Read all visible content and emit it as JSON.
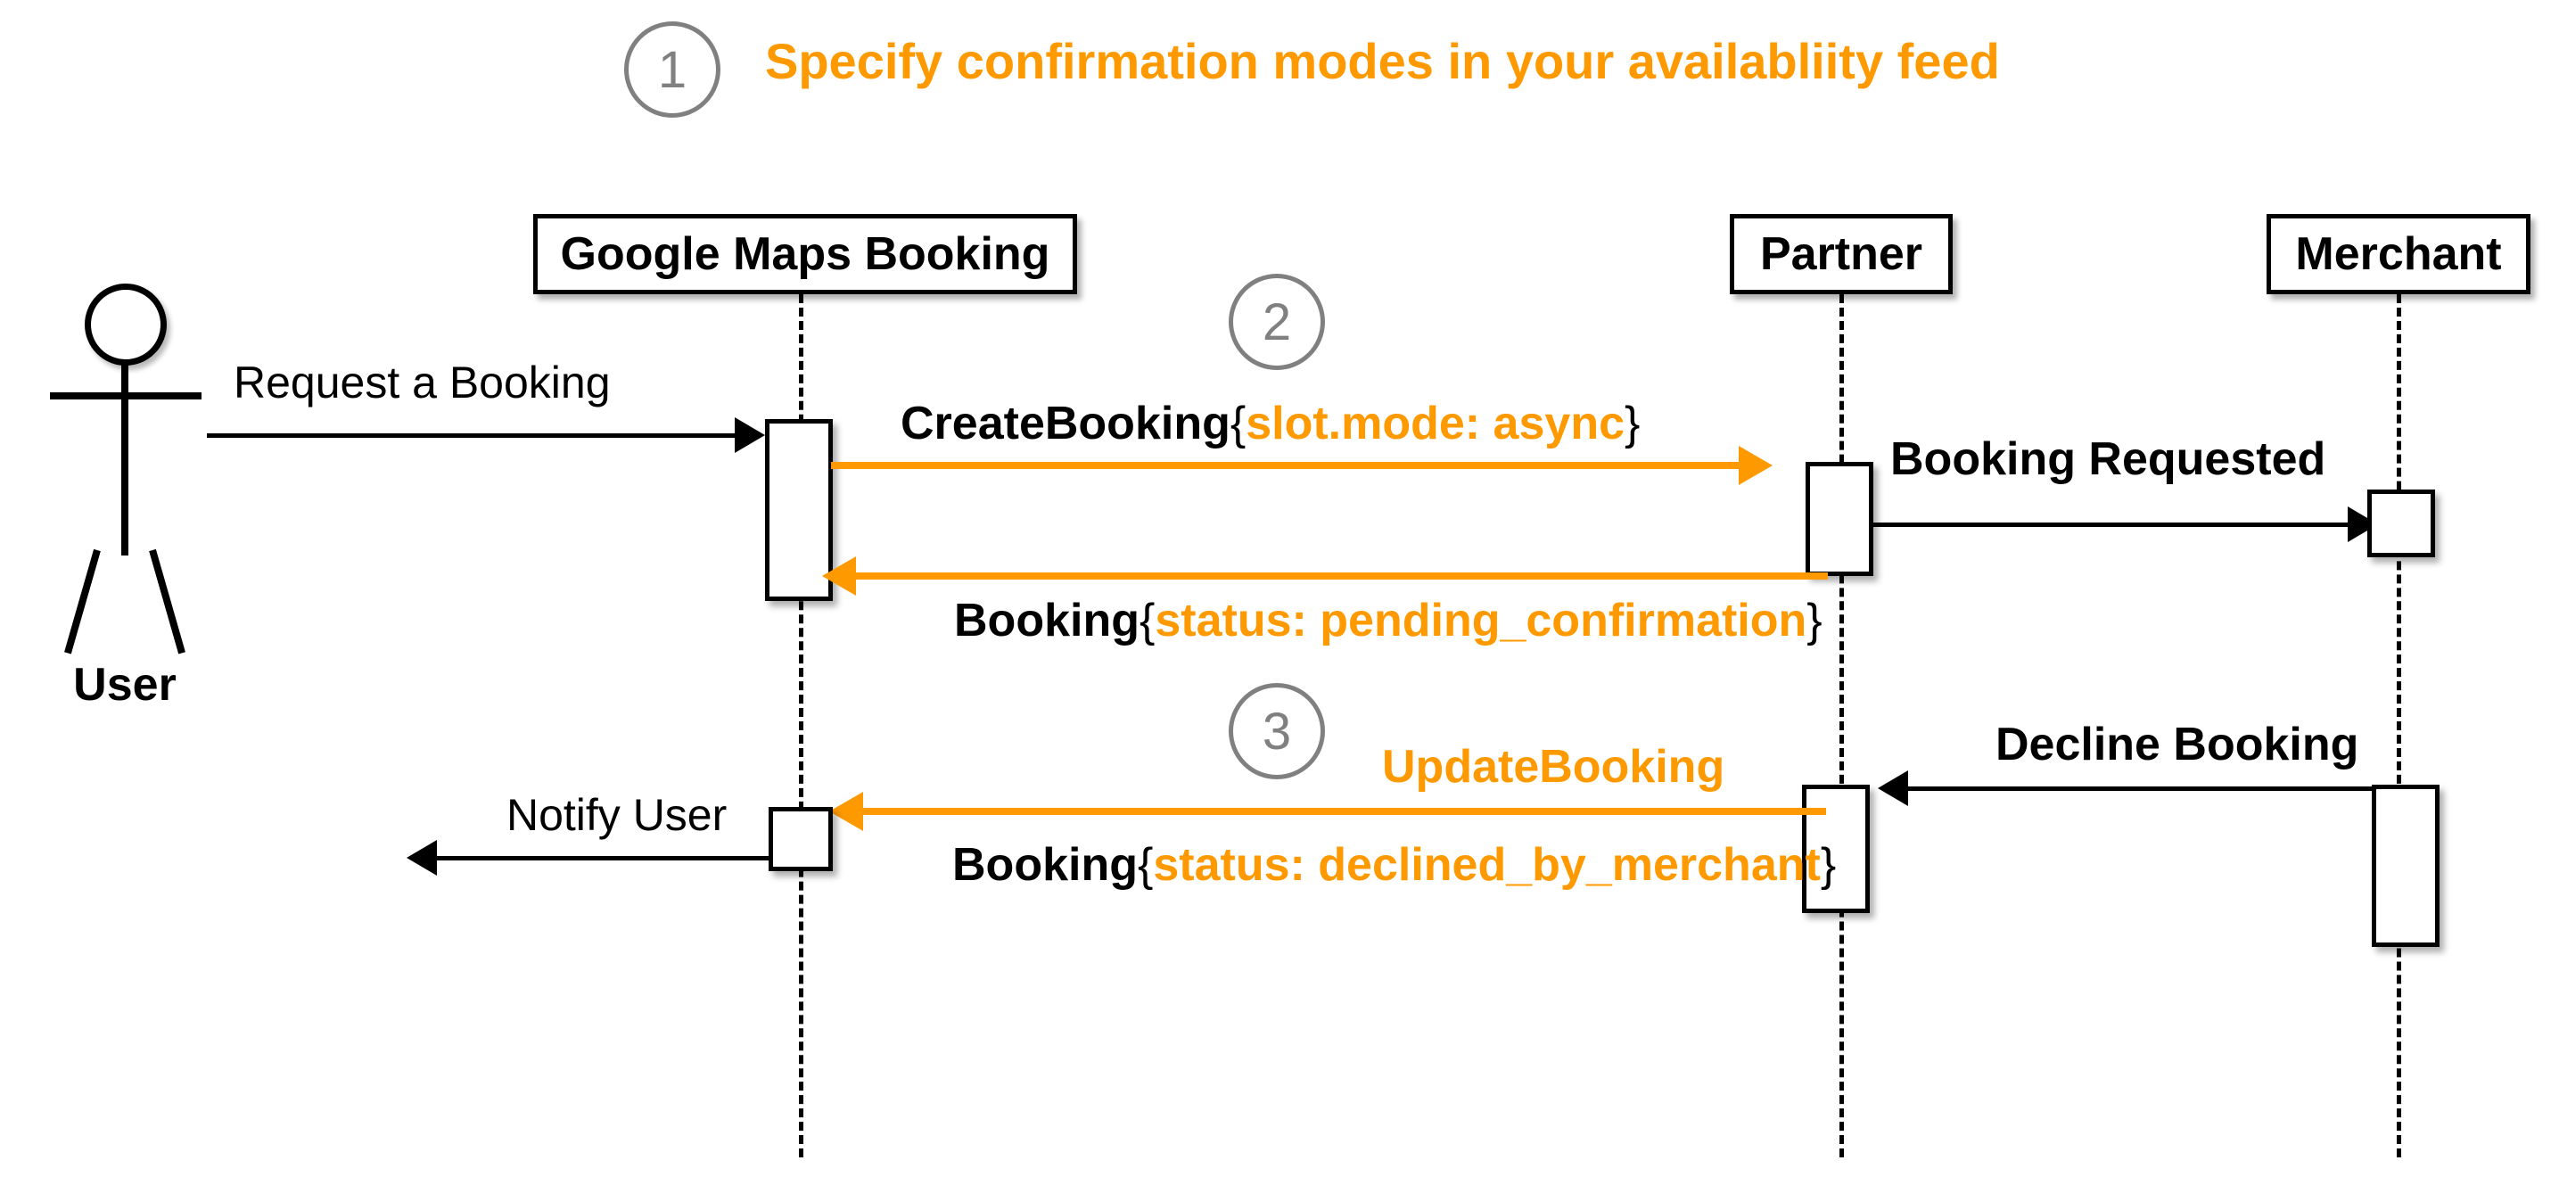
{
  "diagram": {
    "type": "uml-sequence-diagram",
    "accent_color": "#FF9900",
    "line_color": "#000000",
    "step_marker_color": "#808080",
    "background": "#FFFFFF"
  },
  "title": {
    "step_number": "1",
    "text": "Specify confirmation modes in your availabliity feed"
  },
  "steps": [
    {
      "number": "1"
    },
    {
      "number": "2"
    },
    {
      "number": "3"
    }
  ],
  "actor": {
    "label": "User"
  },
  "participants": [
    {
      "id": "gmb",
      "label": "Google Maps Booking"
    },
    {
      "id": "partner",
      "label": "Partner"
    },
    {
      "id": "merchant",
      "label": "Merchant"
    }
  ],
  "messages": [
    {
      "id": "request-a-booking",
      "from": "user",
      "to": "gmb",
      "label": "Request a Booking",
      "style": "black-regular",
      "direction": "right"
    },
    {
      "id": "create-booking",
      "from": "gmb",
      "to": "partner",
      "label_main": "CreateBooking",
      "brace_open": "{",
      "label_payload": "slot.mode: async",
      "brace_close": "}",
      "style": "orange",
      "direction": "right"
    },
    {
      "id": "booking-requested",
      "from": "partner",
      "to": "merchant",
      "label": "Booking Requested",
      "style": "black-bold",
      "direction": "right"
    },
    {
      "id": "booking-pending-confirmation",
      "from": "partner",
      "to": "gmb",
      "label_main": "Booking",
      "brace_open": "{",
      "label_payload": "status: pending_confirmation",
      "brace_close": "}",
      "style": "orange",
      "direction": "left"
    },
    {
      "id": "decline-booking",
      "from": "merchant",
      "to": "partner",
      "label": "Decline Booking",
      "style": "black-bold",
      "direction": "left"
    },
    {
      "id": "update-booking",
      "from": "partner",
      "to": "gmb",
      "label_main": "UpdateBooking",
      "label_main_color": "#FF9900",
      "label_second_main": "Booking",
      "brace_open": "{",
      "label_payload": "status: declined_by_merchant",
      "brace_close": "}",
      "style": "orange",
      "direction": "left"
    },
    {
      "id": "notify-user",
      "from": "gmb",
      "to": "user",
      "label": "Notify User",
      "style": "black-regular",
      "direction": "left"
    }
  ]
}
